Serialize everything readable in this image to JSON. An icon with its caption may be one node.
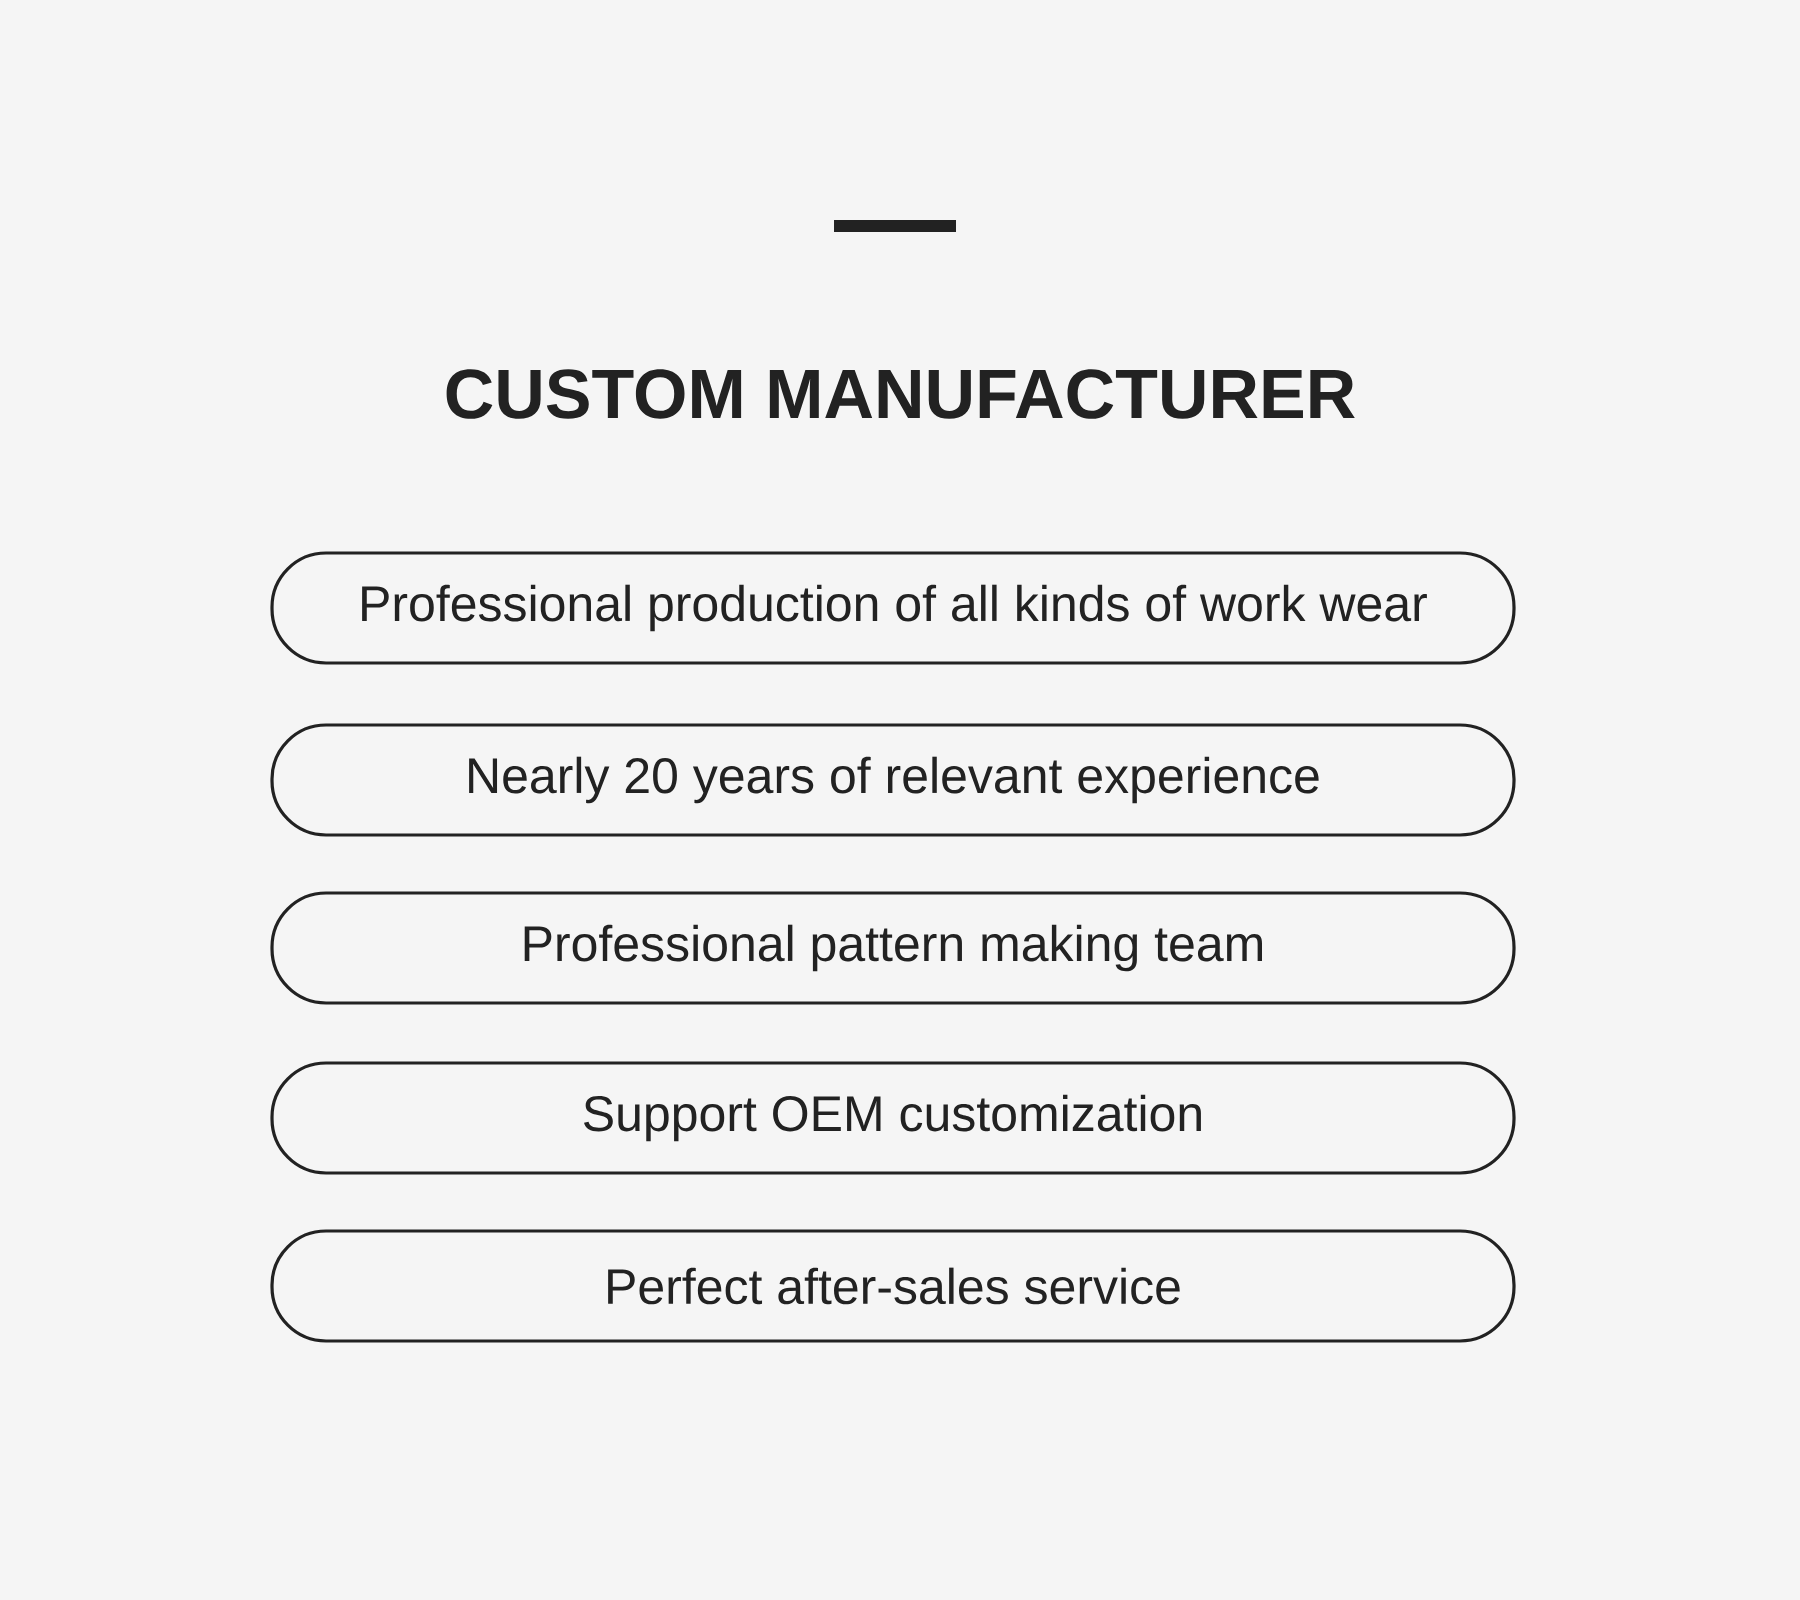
{
  "diagram": {
    "title": "CUSTOM MANUFACTURER",
    "nodes": [
      {
        "text": [
          "Professional production of all kinds of work wear"
        ]
      },
      {
        "text": [
          "Nearly 20 years of relevant experience"
        ]
      },
      {
        "text": [
          "Professional pattern making team"
        ]
      },
      {
        "text": [
          "Support OEM customization"
        ]
      },
      {
        "text": [
          "Perfect after-sales service"
        ]
      }
    ]
  }
}
